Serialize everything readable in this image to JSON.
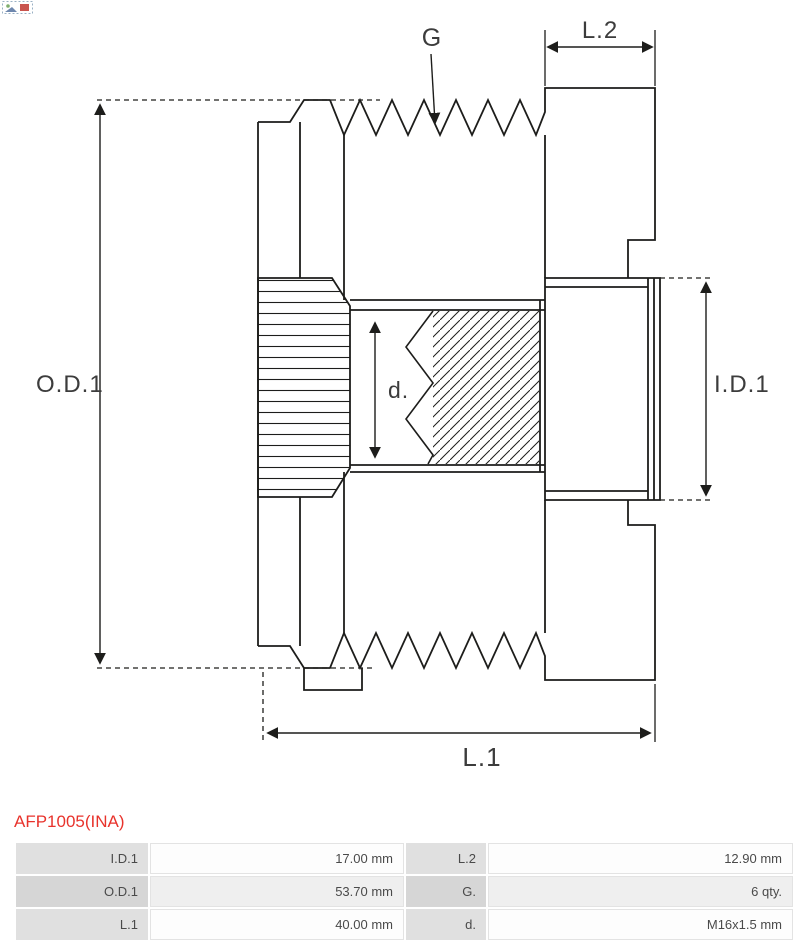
{
  "part_number": "AFP1005(INA)",
  "diagram": {
    "labels": {
      "grooves": "G",
      "length_2": "L.2",
      "outer_diameter": "O.D.1",
      "inner_diameter": "I.D.1",
      "thread": "d.",
      "length_1": "L.1"
    }
  },
  "specs": {
    "rows": [
      {
        "label1": "I.D.1",
        "value1": "17.00 mm",
        "label2": "L.2",
        "value2": "12.90 mm"
      },
      {
        "label1": "O.D.1",
        "value1": "53.70 mm",
        "label2": "G.",
        "value2": "6 qty."
      },
      {
        "label1": "L.1",
        "value1": "40.00 mm",
        "label2": "d.",
        "value2": "M16x1.5 mm"
      }
    ]
  },
  "colors": {
    "part_number_red": "#e8332c",
    "drawing_line": "#1d1d1b",
    "table_label_bg": "#e0e0e0"
  }
}
